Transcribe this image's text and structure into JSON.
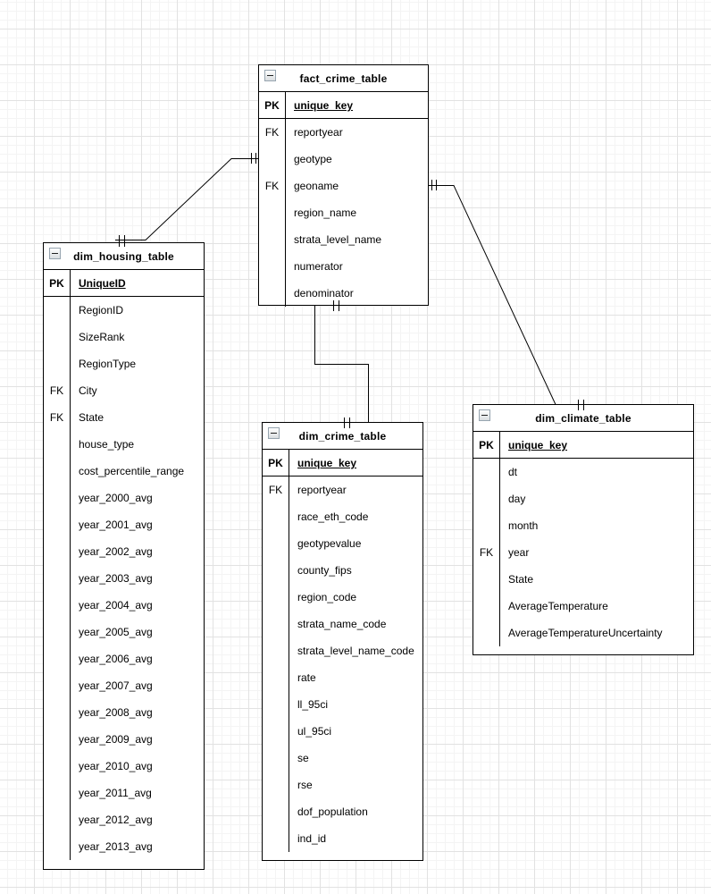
{
  "theme": {
    "canvas_bg": "#ffffff",
    "grid_major": "#e2e2e2",
    "grid_minor": "#f4f4f4",
    "table_border": "#000000",
    "text_color": "#000000"
  },
  "tables": [
    {
      "name": "fact_crime_table",
      "collapse_icon": "minus-square",
      "primary_key": {
        "badge": "PK",
        "field": "unique_key"
      },
      "fields": [
        {
          "badge": "FK",
          "name": "reportyear"
        },
        {
          "badge": "",
          "name": "geotype"
        },
        {
          "badge": "FK",
          "name": "geoname"
        },
        {
          "badge": "",
          "name": "region_name"
        },
        {
          "badge": "",
          "name": "strata_level_name"
        },
        {
          "badge": "",
          "name": "numerator"
        },
        {
          "badge": "",
          "name": "denominator"
        }
      ]
    },
    {
      "name": "dim_housing_table",
      "collapse_icon": "minus-square",
      "primary_key": {
        "badge": "PK",
        "field": "UniqueID"
      },
      "fields": [
        {
          "badge": "",
          "name": "RegionID"
        },
        {
          "badge": "",
          "name": "SizeRank"
        },
        {
          "badge": "",
          "name": "RegionType"
        },
        {
          "badge": "FK",
          "name": "City"
        },
        {
          "badge": "FK",
          "name": "State"
        },
        {
          "badge": "",
          "name": "house_type"
        },
        {
          "badge": "",
          "name": "cost_percentile_range"
        },
        {
          "badge": "",
          "name": "year_2000_avg"
        },
        {
          "badge": "",
          "name": "year_2001_avg"
        },
        {
          "badge": "",
          "name": "year_2002_avg"
        },
        {
          "badge": "",
          "name": "year_2003_avg"
        },
        {
          "badge": "",
          "name": "year_2004_avg"
        },
        {
          "badge": "",
          "name": "year_2005_avg"
        },
        {
          "badge": "",
          "name": "year_2006_avg"
        },
        {
          "badge": "",
          "name": "year_2007_avg"
        },
        {
          "badge": "",
          "name": "year_2008_avg"
        },
        {
          "badge": "",
          "name": "year_2009_avg"
        },
        {
          "badge": "",
          "name": "year_2010_avg"
        },
        {
          "badge": "",
          "name": "year_2011_avg"
        },
        {
          "badge": "",
          "name": "year_2012_avg"
        },
        {
          "badge": "",
          "name": "year_2013_avg"
        }
      ]
    },
    {
      "name": "dim_crime_table",
      "collapse_icon": "minus-square",
      "primary_key": {
        "badge": "PK",
        "field": "unique_key"
      },
      "fields": [
        {
          "badge": "FK",
          "name": "reportyear"
        },
        {
          "badge": "",
          "name": "race_eth_code"
        },
        {
          "badge": "",
          "name": "geotypevalue"
        },
        {
          "badge": "",
          "name": "county_fips"
        },
        {
          "badge": "",
          "name": "region_code"
        },
        {
          "badge": "",
          "name": "strata_name_code"
        },
        {
          "badge": "",
          "name": "strata_level_name_code"
        },
        {
          "badge": "",
          "name": "rate"
        },
        {
          "badge": "",
          "name": "ll_95ci"
        },
        {
          "badge": "",
          "name": "ul_95ci"
        },
        {
          "badge": "",
          "name": "se"
        },
        {
          "badge": "",
          "name": "rse"
        },
        {
          "badge": "",
          "name": "dof_population"
        },
        {
          "badge": "",
          "name": "ind_id"
        }
      ]
    },
    {
      "name": "dim_climate_table",
      "collapse_icon": "minus-square",
      "primary_key": {
        "badge": "PK",
        "field": "unique_key"
      },
      "fields": [
        {
          "badge": "",
          "name": "dt"
        },
        {
          "badge": "",
          "name": "day"
        },
        {
          "badge": "",
          "name": "month"
        },
        {
          "badge": "FK",
          "name": "year"
        },
        {
          "badge": "",
          "name": "State"
        },
        {
          "badge": "",
          "name": "AverageTemperature"
        },
        {
          "badge": "",
          "name": "AverageTemperatureUncertainty"
        }
      ]
    }
  ],
  "relationships": [
    {
      "from": "fact_crime_table",
      "to": "dim_housing_table",
      "from_cardinality": "exactly-one",
      "to_cardinality": "exactly-one",
      "notation": "||"
    },
    {
      "from": "fact_crime_table",
      "to": "dim_climate_table",
      "from_cardinality": "exactly-one",
      "to_cardinality": "exactly-one",
      "notation": "||"
    },
    {
      "from": "fact_crime_table",
      "to": "dim_crime_table",
      "from_cardinality": "exactly-one",
      "to_cardinality": "exactly-one",
      "notation": "||"
    }
  ]
}
